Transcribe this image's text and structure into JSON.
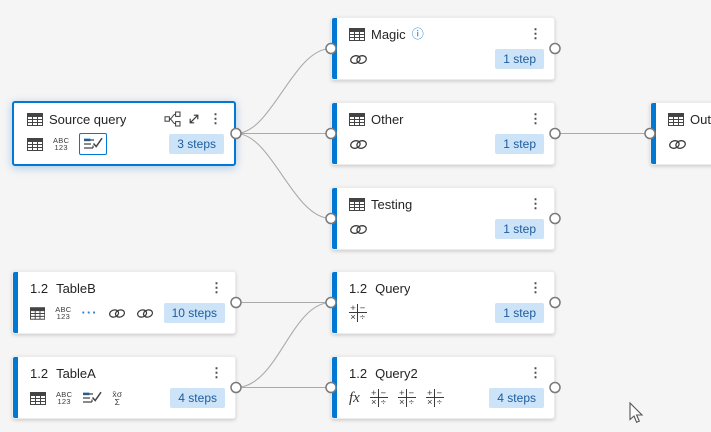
{
  "view": "query-dependency-diagram",
  "colors": {
    "accent": "#0078d4",
    "badge_bg": "#cde4f8",
    "badge_text": "#1b5c9e",
    "edge": "#aaaaaa",
    "canvas_bg": "#f5f5f5",
    "node_bg": "#ffffff"
  },
  "glyphs": {
    "kebab": "⋮",
    "info": "ⓘ",
    "abc": "ABC",
    "num": "123",
    "ellipsis": "···",
    "fx": "fx",
    "stat_top": "x̄σ",
    "stat_sum": "Σ",
    "plus": "+",
    "minus": "−",
    "times": "×",
    "divide": "÷"
  },
  "nodes": {
    "source_query": {
      "title": "Source query",
      "badge": "3 steps",
      "selected": true,
      "step_icons": [
        "table-icon",
        "abc-123-icon",
        "choose-columns-icon-highlighted"
      ],
      "header_actions": [
        "reference-icon",
        "expand-icon",
        "more-menu-icon"
      ]
    },
    "magic": {
      "title": "Magic",
      "badge": "1 step",
      "has_info": true,
      "step_icons": [
        "link-icon"
      ]
    },
    "other": {
      "title": "Other",
      "badge": "1 step",
      "step_icons": [
        "link-icon"
      ]
    },
    "testing": {
      "title": "Testing",
      "badge": "1 step",
      "step_icons": [
        "link-icon"
      ]
    },
    "output": {
      "title": "Outp",
      "badge": "",
      "step_icons": [
        "link-icon"
      ]
    },
    "table_b": {
      "prefix": "1.2",
      "title": "TableB",
      "badge": "10 steps",
      "step_icons": [
        "table-icon",
        "abc-123-icon",
        "more-steps-ellipsis",
        "link-icon",
        "link-icon"
      ]
    },
    "table_a": {
      "prefix": "1.2",
      "title": "TableA",
      "badge": "4 steps",
      "step_icons": [
        "table-icon",
        "abc-123-icon",
        "choose-columns-icon",
        "statistics-icon"
      ]
    },
    "query": {
      "prefix": "1.2",
      "title": "Query",
      "badge": "1 step",
      "step_icons": [
        "math-icon"
      ]
    },
    "query2": {
      "prefix": "1.2",
      "title": "Query2",
      "badge": "4 steps",
      "step_icons": [
        "fx-icon",
        "math-icon",
        "math-icon",
        "math-icon"
      ]
    }
  },
  "edges": [
    {
      "from": "source_query",
      "to": "magic"
    },
    {
      "from": "source_query",
      "to": "other"
    },
    {
      "from": "source_query",
      "to": "testing"
    },
    {
      "from": "other",
      "to": "output"
    },
    {
      "from": "table_b",
      "to": "query"
    },
    {
      "from": "table_a",
      "to": "query"
    },
    {
      "from": "table_a",
      "to": "query2"
    }
  ]
}
